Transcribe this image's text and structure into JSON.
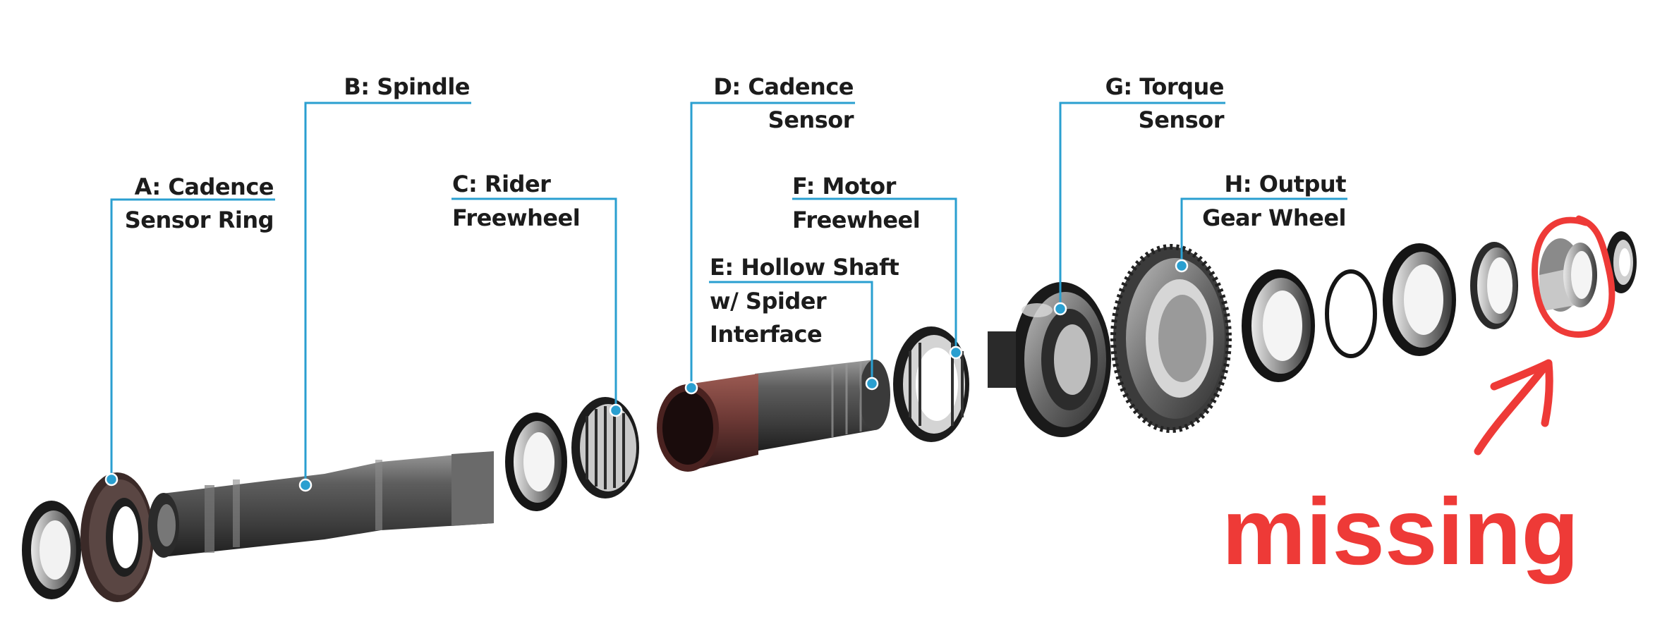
{
  "labels": {
    "a": {
      "line1": "A: Cadence",
      "line2": "Sensor Ring"
    },
    "b": {
      "line1": "B: Spindle"
    },
    "c": {
      "line1": "C: Rider",
      "line2": "Freewheel"
    },
    "d": {
      "line1": "D: Cadence",
      "line2": "Sensor"
    },
    "e": {
      "line1": "E: Hollow Shaft",
      "line2": "w/ Spider",
      "line3": "Interface"
    },
    "f": {
      "line1": "F: Motor",
      "line2": "Freewheel"
    },
    "g": {
      "line1": "G: Torque",
      "line2": "Sensor"
    },
    "h": {
      "line1": "H: Output",
      "line2": "Gear Wheel"
    }
  },
  "annotation": {
    "text": "missing"
  },
  "colors": {
    "leader": "#2a9fd0",
    "annotation": "#ee3a37",
    "label_text": "#1c1c1c",
    "cadence_sensor": "#6e3a36"
  }
}
